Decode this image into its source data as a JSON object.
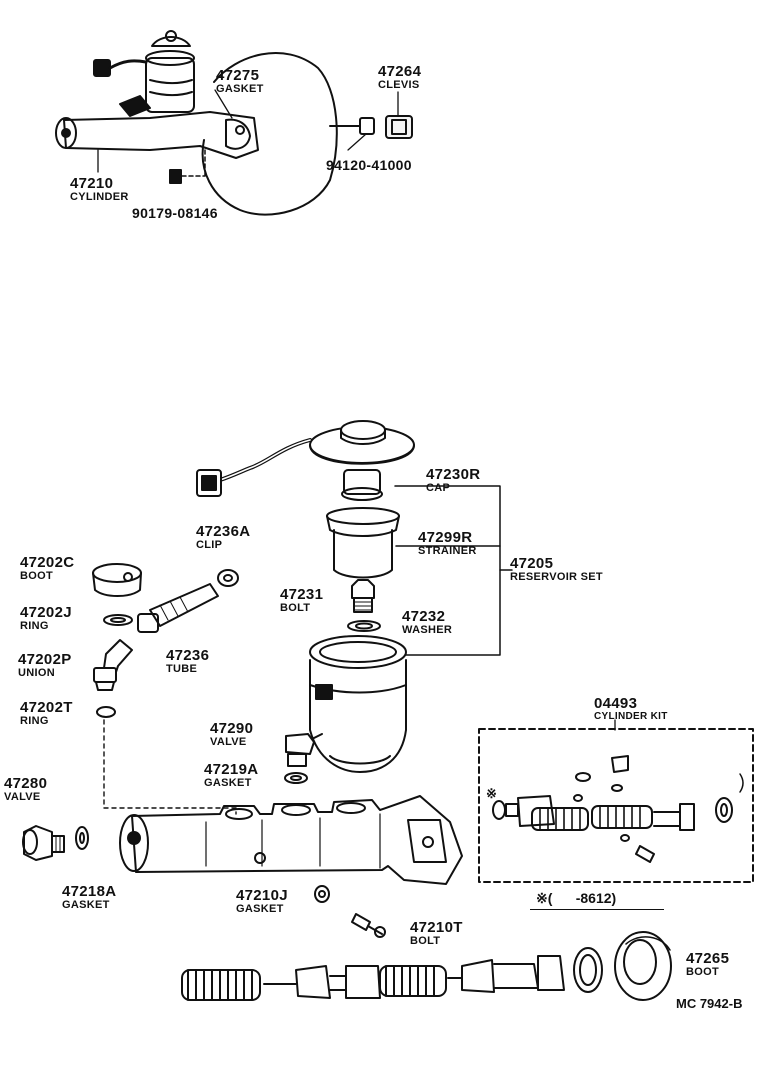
{
  "parts": {
    "p47275": {
      "num": "47275",
      "name": "GASKET"
    },
    "p47264": {
      "num": "47264",
      "name": "CLEVIS"
    },
    "p94120": {
      "num": "94120-41000"
    },
    "p47210": {
      "num": "47210",
      "name": "CYLINDER"
    },
    "p90179": {
      "num": "90179-08146"
    },
    "p47230R": {
      "num": "47230R",
      "name": "CAP"
    },
    "p47299R": {
      "num": "47299R",
      "name": "STRAINER"
    },
    "p47205": {
      "num": "47205",
      "name": "RESERVOIR SET"
    },
    "p47236A": {
      "num": "47236A",
      "name": "CLIP"
    },
    "p47202C": {
      "num": "47202C",
      "name": "BOOT"
    },
    "p47231": {
      "num": "47231",
      "name": "BOLT"
    },
    "p47232": {
      "num": "47232",
      "name": "WASHER"
    },
    "p47202J": {
      "num": "47202J",
      "name": "RING"
    },
    "p47236": {
      "num": "47236",
      "name": "TUBE"
    },
    "p47202P": {
      "num": "47202P",
      "name": "UNION"
    },
    "p04493": {
      "num": "04493",
      "name": "CYLINDER KIT"
    },
    "p47202T": {
      "num": "47202T",
      "name": "RING"
    },
    "p47290": {
      "num": "47290",
      "name": "VALVE"
    },
    "p47219A": {
      "num": "47219A",
      "name": "GASKET"
    },
    "p47280": {
      "num": "47280",
      "name": "VALVE"
    },
    "p47218A": {
      "num": "47218A",
      "name": "GASKET"
    },
    "p47210J": {
      "num": "47210J",
      "name": "GASKET"
    },
    "p47210T": {
      "num": "47210T",
      "name": "BOLT"
    },
    "p47265": {
      "num": "47265",
      "name": "BOOT"
    }
  },
  "kit_note": "※(      -8612)",
  "star_mark": "※",
  "diagram_ref": "MC 7942-B"
}
